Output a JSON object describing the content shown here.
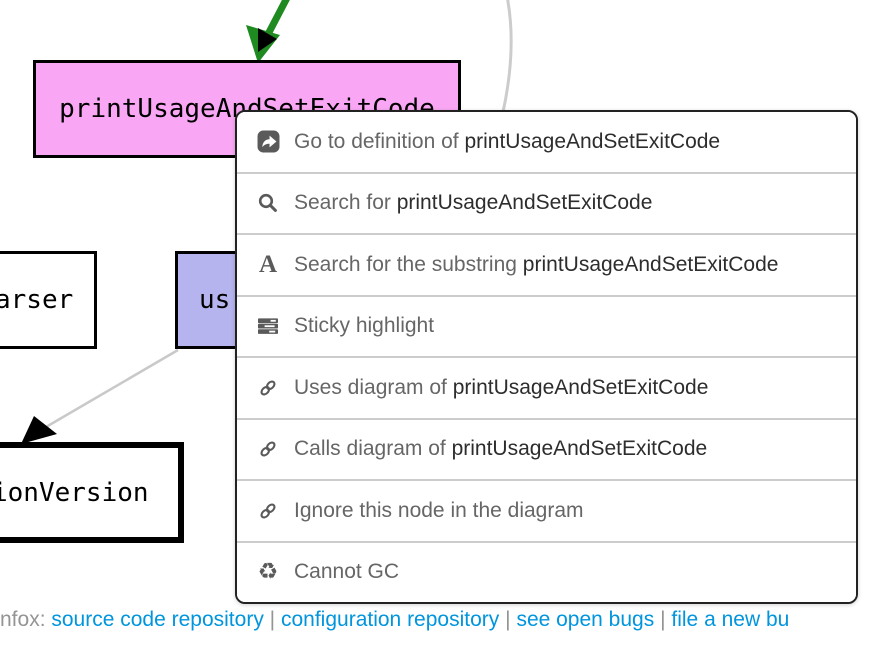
{
  "diagram": {
    "nodes": [
      {
        "id": "printUsageAndSetExitCode",
        "label": "printUsageAndSetExitCode",
        "fill": "#f9a7f4"
      },
      {
        "id": "arser",
        "label": "arser",
        "fill": "#ffffff"
      },
      {
        "id": "us",
        "label": "us",
        "fill": "#b5b4ee"
      },
      {
        "id": "ionVersion",
        "label": "ionVersion",
        "fill": "#ffffff"
      }
    ],
    "colors": {
      "incoming_edge_green": "#1f8a1f",
      "edge_gray": "#cccccc",
      "node_border": "#000000"
    }
  },
  "context_menu": {
    "target_symbol": "printUsageAndSetExitCode",
    "items": [
      {
        "icon": "goto-definition",
        "prefix": "Go to definition of ",
        "symbol": "printUsageAndSetExitCode"
      },
      {
        "icon": "search",
        "prefix": "Search for ",
        "symbol": "printUsageAndSetExitCode"
      },
      {
        "icon": "substring-search",
        "prefix": "Search for the substring ",
        "symbol": "printUsageAndSetExitCode"
      },
      {
        "icon": "sticky-highlight",
        "prefix": "Sticky highlight",
        "symbol": ""
      },
      {
        "icon": "link",
        "prefix": "Uses diagram of ",
        "symbol": "printUsageAndSetExitCode"
      },
      {
        "icon": "link",
        "prefix": "Calls diagram of ",
        "symbol": "printUsageAndSetExitCode"
      },
      {
        "icon": "link",
        "prefix": "Ignore this node in the diagram",
        "symbol": ""
      },
      {
        "icon": "recycle",
        "prefix": "Cannot GC",
        "symbol": ""
      }
    ]
  },
  "footer": {
    "prefix": "nfox:",
    "separator": "|",
    "links": [
      "source code repository",
      "configuration repository",
      "see open bugs",
      "file a new bu"
    ],
    "link_color": "#0095dd"
  },
  "icons": {
    "substring_glyph": "A",
    "recycle_glyph": "♻"
  }
}
